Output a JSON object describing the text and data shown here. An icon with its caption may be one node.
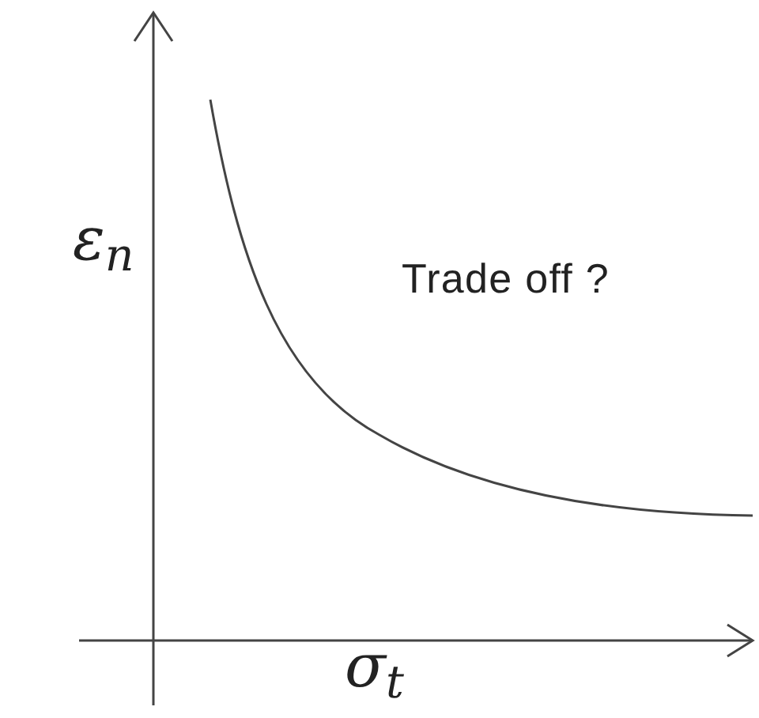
{
  "diagram": {
    "labels": [
      "ε$_{n}$",
      "Trade off ?",
      "σ$_{t}$"
    ]
  }
}
